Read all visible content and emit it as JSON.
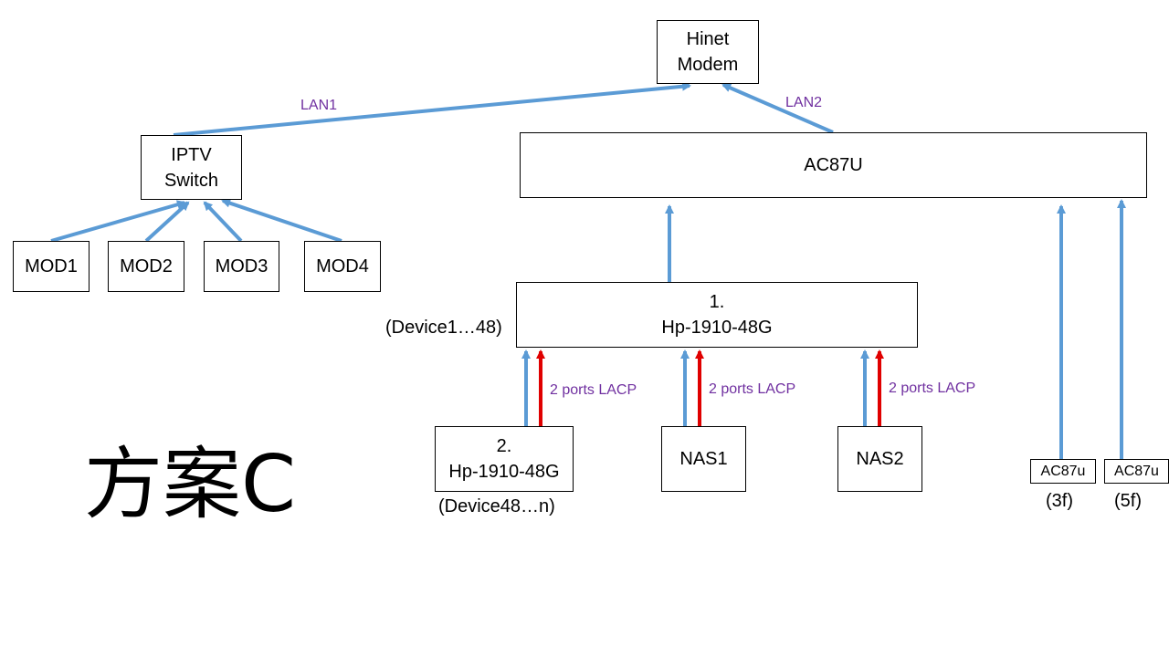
{
  "title": "方案C",
  "nodes": {
    "hinet": "Hinet\nModem",
    "iptv": "IPTV\nSwitch",
    "ac87u_main": "AC87U",
    "mod1": "MOD1",
    "mod2": "MOD2",
    "mod3": "MOD3",
    "mod4": "MOD4",
    "hp1": "1.\nHp-1910-48G",
    "hp2": "2.\nHp-1910-48G",
    "nas1": "NAS1",
    "nas2": "NAS2",
    "ac87u_3f": "AC87u",
    "ac87u_5f": "AC87u"
  },
  "captions": {
    "device1": "(Device1…48)",
    "device48": "(Device48…n)",
    "floor_3f": "(3f)",
    "floor_5f": "(5f)"
  },
  "links": {
    "lan1": "LAN1",
    "lan2": "LAN2",
    "lacp_hp2": "2 ports LACP",
    "lacp_nas1": "2 ports LACP",
    "lacp_nas2": "2 ports LACP"
  },
  "colors": {
    "link_blue": "#5b9bd5",
    "link_red": "#e00000",
    "label_purple": "#7030a0"
  }
}
